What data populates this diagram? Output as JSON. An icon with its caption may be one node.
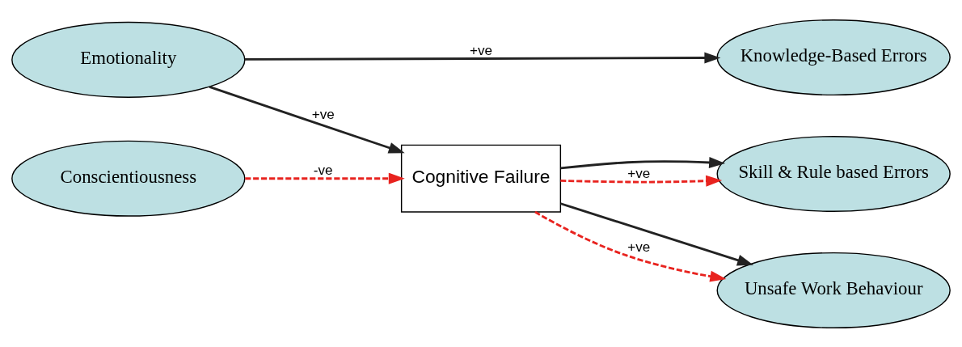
{
  "diagram": {
    "nodes": [
      {
        "text": [
          "Knowledge-Based Errors"
        ]
      },
      {
        "text": [
          "Emotionality"
        ]
      },
      {
        "text": [
          "Cognitive Failure"
        ]
      },
      {
        "text": [
          "Skill & Rule based Errors"
        ]
      },
      {
        "text": [
          "Conscientiousness"
        ]
      },
      {
        "text": [
          "Unsafe Work Behaviour"
        ]
      }
    ],
    "edges": [
      {
        "from": 1,
        "to": 0,
        "arrow": "to",
        "label": "+ve"
      },
      {
        "from": 1,
        "to": 2,
        "arrow": "to",
        "label": "+ve"
      },
      {
        "from": 4,
        "to": 2,
        "arrow": "to",
        "label": "-ve",
        "style": "dashed",
        "color": "#e8231f"
      },
      {
        "from": 2,
        "to": 3,
        "arrow": "to"
      },
      {
        "from": 2,
        "to": 3,
        "arrow": "to",
        "label": "+ve",
        "style": "dashed",
        "color": "#e8231f"
      },
      {
        "from": 2,
        "to": 5,
        "arrow": "to"
      },
      {
        "from": 2,
        "to": 5,
        "arrow": "to",
        "label": "+ve",
        "style": "dashed",
        "color": "#e8231f"
      }
    ]
  }
}
